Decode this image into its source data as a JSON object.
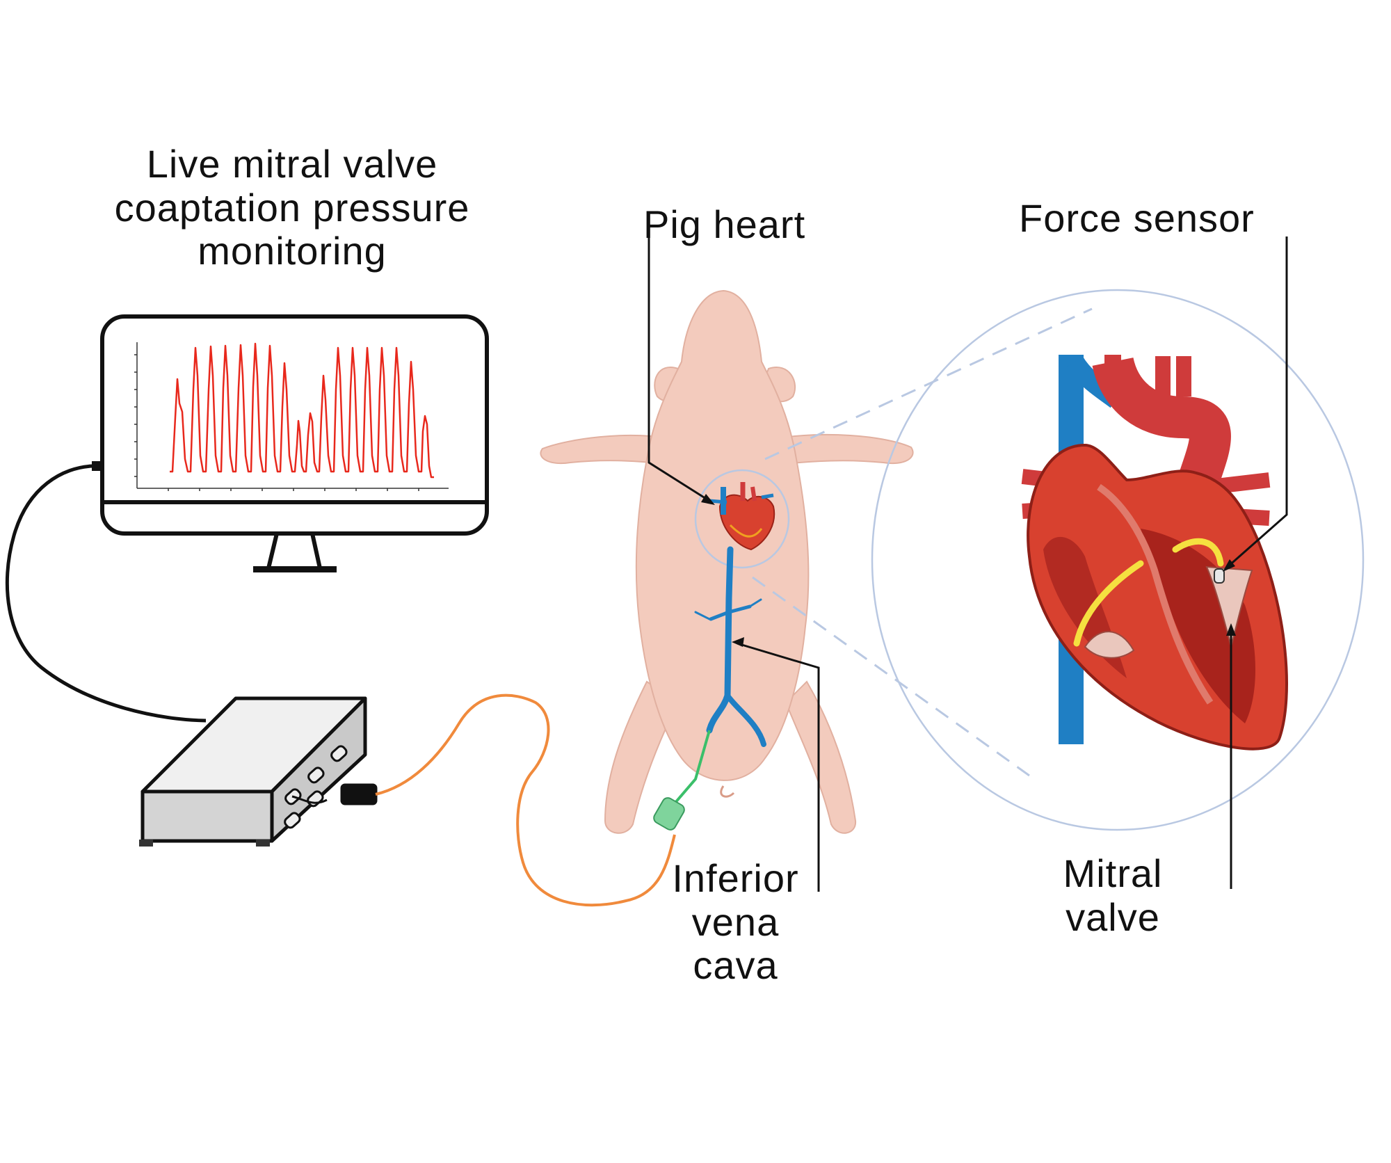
{
  "labels": {
    "monitor_caption": [
      "Live mitral valve",
      "coaptation pressure",
      "monitoring"
    ],
    "pig_heart": "Pig heart",
    "force_sensor": "Force sensor",
    "inferior_vena_cava": [
      "Inferior",
      "vena",
      "cava"
    ],
    "mitral_valve": [
      "Mitral",
      "valve"
    ]
  },
  "colors": {
    "signal": "#e8281c",
    "cable_data": "#111111",
    "cable_sensor": "#f08a3c",
    "catheter": "#3bbf6a",
    "vein": "#1f7fc4",
    "heart_red": "#cf3b3b",
    "pig_skin": "#f3cbbd",
    "zoom_ring": "#b9c8e2",
    "sensor_wire": "#f5e040"
  },
  "icons": [
    "monitor-icon",
    "data-acquisition-box-icon",
    "pig-icon",
    "heart-icon",
    "heart-cross-section-icon"
  ]
}
